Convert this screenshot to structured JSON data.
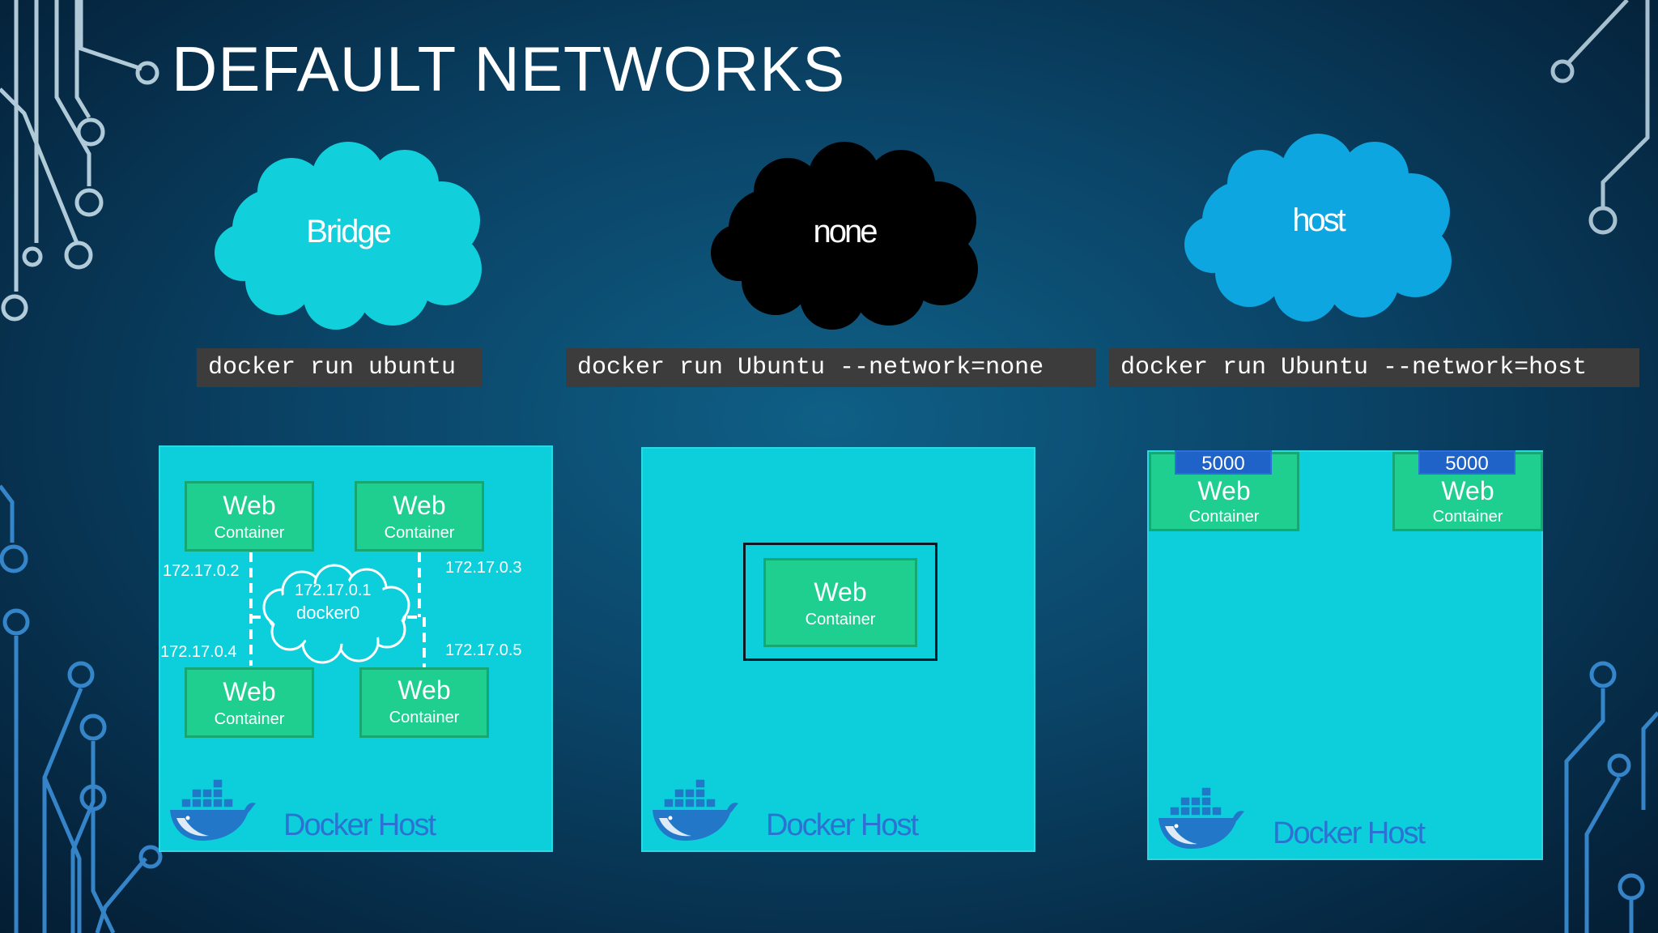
{
  "title": "DEFAULT NETWORKS",
  "clouds": [
    {
      "label": "Bridge",
      "color": "#12cfdc"
    },
    {
      "label": "none",
      "color": "#000000"
    },
    {
      "label": "host",
      "color": "#0ea6e0"
    }
  ],
  "commands": [
    "docker run ubuntu",
    "docker run Ubuntu --network=none",
    "docker run Ubuntu --network=host"
  ],
  "container": {
    "name": "Web",
    "type": "Container"
  },
  "bridge": {
    "gateway_ip": "172.17.0.1",
    "gateway_name": "docker0",
    "ips": [
      "172.17.0.2",
      "172.17.0.3",
      "172.17.0.4",
      "172.17.0.5"
    ]
  },
  "host_network": {
    "ports": [
      "5000",
      "5000"
    ]
  },
  "docker_host_label": "Docker Host",
  "colors": {
    "host_bg": "#0dcfdc",
    "container_bg": "#1ecf8f",
    "port_bg": "#1f62c8",
    "docker_host_text": "#2a73d2"
  }
}
